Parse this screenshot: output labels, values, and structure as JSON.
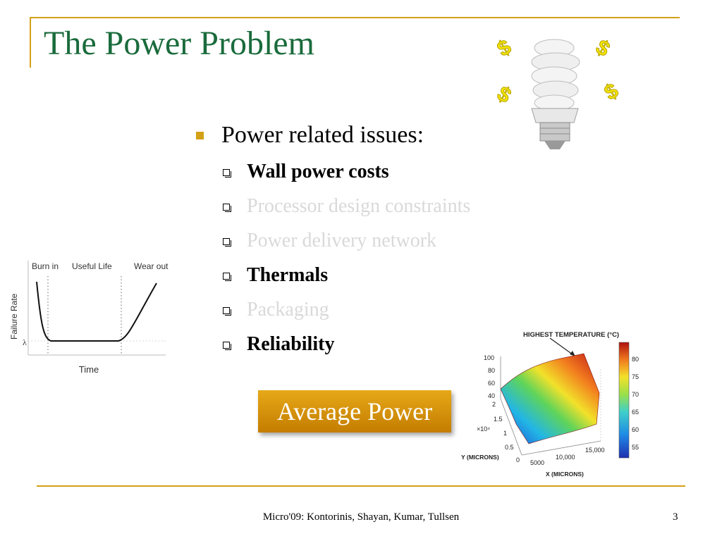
{
  "slide": {
    "title": "The Power Problem",
    "main_bullet": "Power related issues:",
    "sub_bullets": [
      {
        "label": "Wall power costs",
        "state": "active"
      },
      {
        "label": "Processor design constraints",
        "state": "dim"
      },
      {
        "label": "Power delivery network",
        "state": "dim"
      },
      {
        "label": "Thermals",
        "state": "active"
      },
      {
        "label": "Packaging",
        "state": "dim"
      },
      {
        "label": "Reliability",
        "state": "active"
      }
    ],
    "callout": "Average Power",
    "footer": "Micro'09: Kontorinis, Shayan, Kumar, Tullsen",
    "page_number": "3"
  },
  "bathtub_figure": {
    "phase_labels": [
      "Burn in",
      "Useful Life",
      "Wear out"
    ],
    "ylabel": "Failure Rate",
    "xlabel": "Time",
    "lambda_label": "λ"
  },
  "heatmap_figure": {
    "title": "HIGHEST TEMPERATURE (°C)",
    "z_ticks": [
      "100",
      "80",
      "60",
      "40"
    ],
    "y_ticks": [
      "2",
      "1.5",
      "0.5",
      "0"
    ],
    "y_multiplier": "×10⁴",
    "y_tick_1": "1",
    "x_ticks": [
      "5000",
      "10,000",
      "15,000"
    ],
    "ylabel": "Y (MICRONS)",
    "xlabel": "X (MICRONS)",
    "colorbar_ticks": [
      "80",
      "75",
      "70",
      "65",
      "60",
      "55"
    ]
  },
  "colors": {
    "title": "#1a6b3c",
    "accent": "#d4a017",
    "dim_text": "#d9d9d9",
    "button": "#d89300"
  },
  "icons": [
    "dollar-sign-icon",
    "light-bulb-icon"
  ]
}
